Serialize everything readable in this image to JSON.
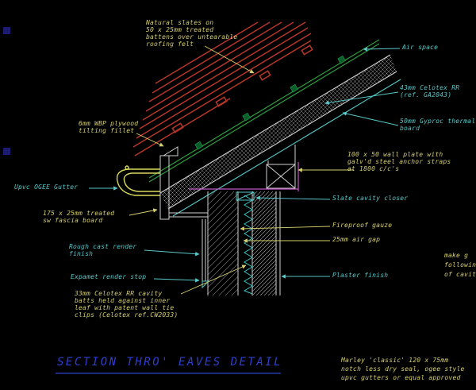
{
  "title": {
    "text": "SECTION THRO' EAVES DETAIL"
  },
  "annotations": {
    "natural_slates": "Natural slates on\n50 x 25mm treated\nbattens over untearable\nroofing felt",
    "wbp_plywood": "6mm WBP plywood\ntilting fillet",
    "ogee_gutter": "Upvc OGEE Gutter",
    "fascia_board": "175 x 25mm treated\nsw fascia board",
    "rough_cast": "Rough cast render\nfinish",
    "expamet": "Expamet render stop",
    "celotex_batts": "33mm Celotex RR cavity\nbatts held against inner\nleaf with patent wall tie\nclips (Celotex ref.CW2033)",
    "air_space": "Air space",
    "celotex_rr": "43mm Celotex RR\n(ref. GA2043)",
    "gyproc": "50mm Gyproc thermal\nboard",
    "wall_plate": "100 x 50 wall plate with\ngalv'd steel anchor straps\nat 1800 c/c's",
    "cavity_closer": "Slate cavity closer",
    "fireproof_gauze": "Fireproof gauze",
    "air_gap": "25mm air gap",
    "plaster_finish": "Plaster finish",
    "edge_note": "make g\nfollowing\nof cavity",
    "marley": "Marley 'classic' 120 x 75mm\nnotch less dry seal, ogee style\nupvc gutters or equal approved"
  },
  "colors": {
    "background": "#000000",
    "annotation_yellow": "#d6cf6e",
    "annotation_cyan": "#58c8c8",
    "title_blue": "#2f3fd4",
    "slate_red": "#b5372a",
    "felt_green": "#2e9e3e",
    "dpc_magenta": "#c457c4",
    "line_white": "#cfcfcf",
    "gutter_yellow": "#d9d95c"
  }
}
